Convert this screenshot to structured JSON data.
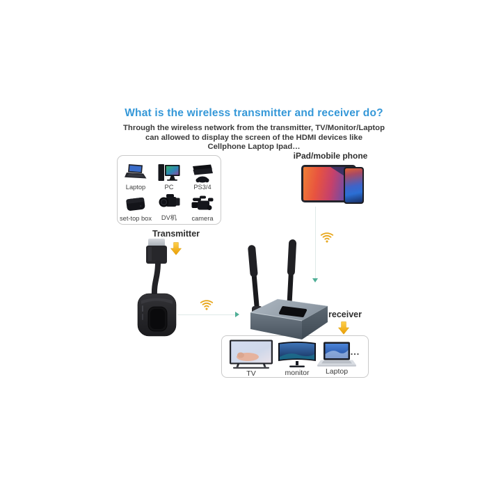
{
  "colors": {
    "title_blue": "#3598d8",
    "body_text": "#3b3b3b",
    "wifi_gold": "#e8a81f",
    "arrow_gold": "#f0a71c",
    "connector_green": "#4fae96",
    "box_border": "#c9c9c9",
    "receiver_gray": "#8e99a4"
  },
  "header": {
    "title": "What is the wireless transmitter and receiver do?",
    "line1": "Through the wireless network from the transmitter, TV/Monitor/Laptop",
    "line2": "can allowed to display the screen of the HDMI devices like",
    "line3": "Cellphone Laptop Ipad…"
  },
  "source_box": {
    "items": [
      {
        "label": "Laptop"
      },
      {
        "label": "PC"
      },
      {
        "label": "PS3/4"
      },
      {
        "label": "set-top box"
      },
      {
        "label": "DV机"
      },
      {
        "label": "camera"
      }
    ]
  },
  "mobile": {
    "label": "iPad/mobile phone"
  },
  "transmitter": {
    "label": "Transmitter"
  },
  "receiver": {
    "label": "receiver"
  },
  "output_box": {
    "items": [
      {
        "label": "TV"
      },
      {
        "label": "monitor"
      },
      {
        "label": "Laptop"
      }
    ],
    "more": "…"
  }
}
